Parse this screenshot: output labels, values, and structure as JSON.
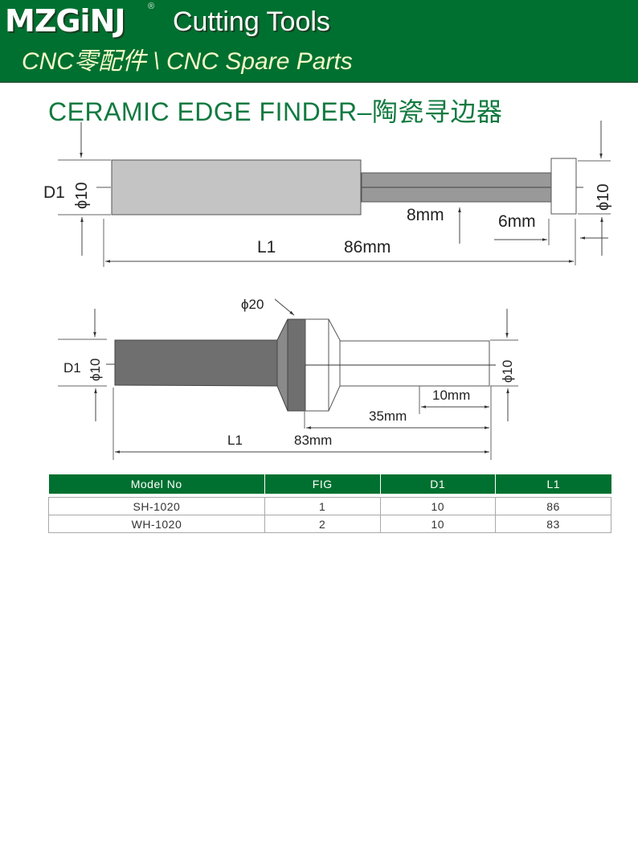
{
  "header": {
    "brand": "MZGiNJ",
    "registered_mark": "®",
    "tagline": "Cutting Tools",
    "subtitle": "CNC零配件 \\ CNC Spare Parts",
    "background_color": "#007030"
  },
  "page_title": "CERAMIC EDGE FINDER–陶瓷寻边器",
  "figure1": {
    "d1_label": "D1",
    "diameter_left": "ϕ10",
    "diameter_right": "ϕ10",
    "stem_length": "8mm",
    "tip_length": "6mm",
    "l1_label": "L1",
    "total_length": "86mm"
  },
  "figure2": {
    "d1_label": "D1",
    "diameter_left": "ϕ10",
    "collar_diameter": "ϕ20",
    "diameter_right": "ϕ10",
    "tip_length": "10mm",
    "probe_length": "35mm",
    "l1_label": "L1",
    "total_length": "83mm"
  },
  "spec_table": {
    "headers": [
      "Model No",
      "FIG",
      "D1",
      "L1"
    ],
    "rows": [
      [
        "SH-1020",
        "1",
        "10",
        "86"
      ],
      [
        "WH-1020",
        "2",
        "10",
        "83"
      ]
    ]
  }
}
